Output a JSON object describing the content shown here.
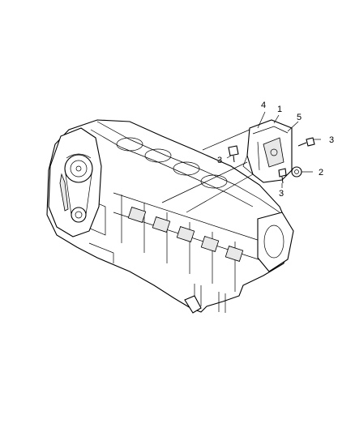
{
  "callouts": [
    {
      "id": "c4",
      "label": "4"
    },
    {
      "id": "c1",
      "label": "1"
    },
    {
      "id": "c5",
      "label": "5"
    },
    {
      "id": "c3a",
      "label": "3"
    },
    {
      "id": "c3b",
      "label": "3"
    },
    {
      "id": "c2",
      "label": "2"
    },
    {
      "id": "c3c",
      "label": "3"
    }
  ],
  "colors": {
    "line": "#000000",
    "background": "#ffffff",
    "shade": "#e8e8e8"
  }
}
